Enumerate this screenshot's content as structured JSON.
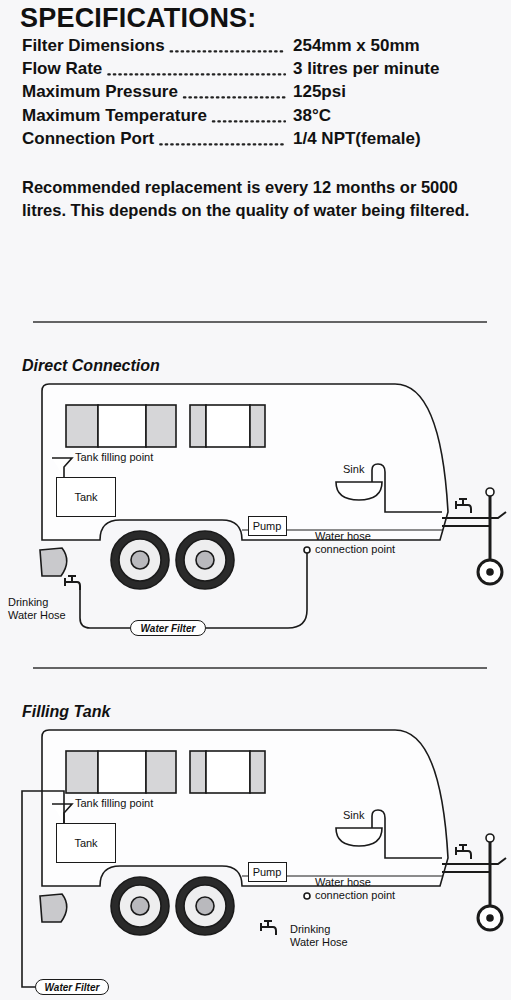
{
  "diagram": {
    "title": "SPECIFICATIONS:",
    "nodes": [
      {
        "text": [
          "Tank"
        ]
      },
      {
        "text": [
          "Pump"
        ]
      },
      {
        "text": [
          "Water Filter"
        ]
      },
      {
        "text": [
          "Tank"
        ]
      },
      {
        "text": [
          "Pump"
        ]
      },
      {
        "text": [
          "Water Filter"
        ]
      }
    ],
    "edges": [
      {
        "from": 5,
        "to": 3,
        "arrow": "none"
      }
    ],
    "labels": [
      "Filter Dimensions",
      "254mm x 50mm",
      "Flow Rate",
      "3 litres per minute",
      "Maximum Pressure",
      "125psi",
      "Maximum Temperature",
      "38°C",
      "Connection Port",
      "1/4 NPT(female)",
      "Recommended replacement is every 12 months or 5000 litres. This depends on the quality of water being filtered.",
      "Direct Connection",
      "Tank filling point",
      "Sink",
      "Water hose connection point",
      "Drinking Water Hose",
      "Filling Tank",
      "Tank filling point",
      "Sink",
      "Water hose connection point",
      "Drinking Water Hose"
    ]
  }
}
